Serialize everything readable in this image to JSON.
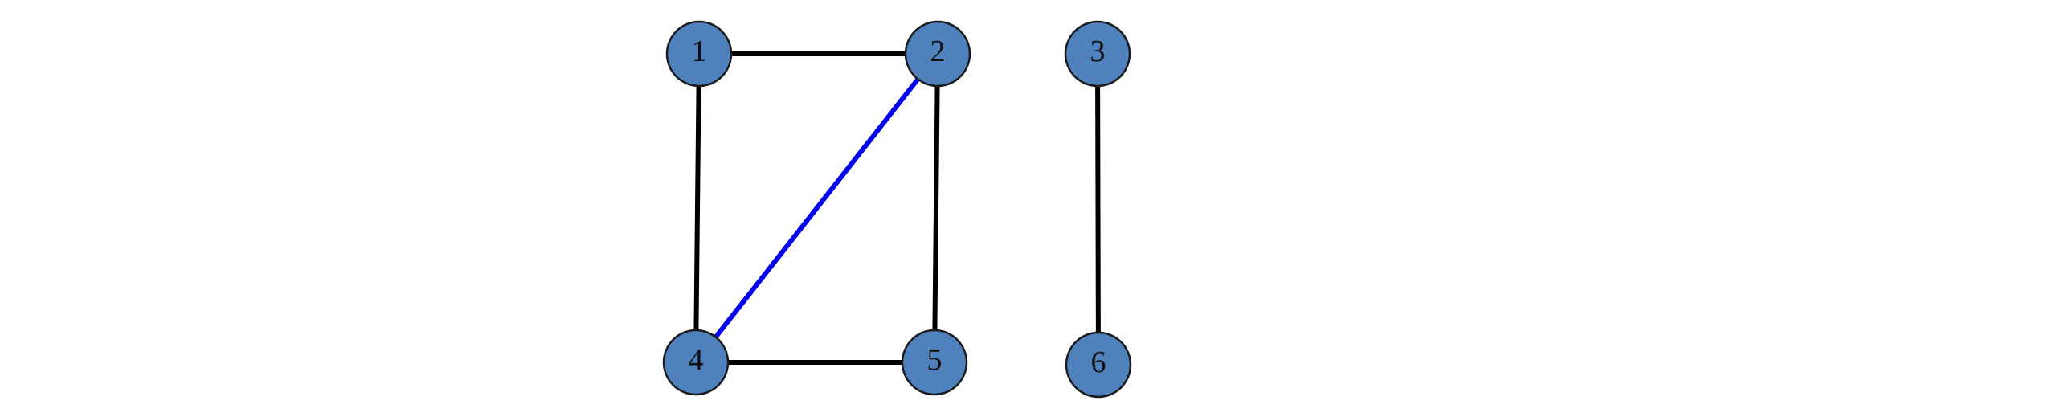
{
  "graph": {
    "node_fill": "#4f81bd",
    "node_stroke": "#1a1a1a",
    "default_edge_color": "#000000",
    "highlight_edge_color": "#0000ee",
    "nodes": [
      {
        "id": "1",
        "label": "1"
      },
      {
        "id": "2",
        "label": "2"
      },
      {
        "id": "3",
        "label": "3"
      },
      {
        "id": "4",
        "label": "4"
      },
      {
        "id": "5",
        "label": "5"
      },
      {
        "id": "6",
        "label": "6"
      }
    ],
    "edges": [
      {
        "source": "1",
        "target": "2",
        "highlighted": false
      },
      {
        "source": "1",
        "target": "4",
        "highlighted": false
      },
      {
        "source": "2",
        "target": "5",
        "highlighted": false
      },
      {
        "source": "4",
        "target": "5",
        "highlighted": false
      },
      {
        "source": "3",
        "target": "6",
        "highlighted": false
      },
      {
        "source": "2",
        "target": "4",
        "highlighted": true
      }
    ]
  }
}
